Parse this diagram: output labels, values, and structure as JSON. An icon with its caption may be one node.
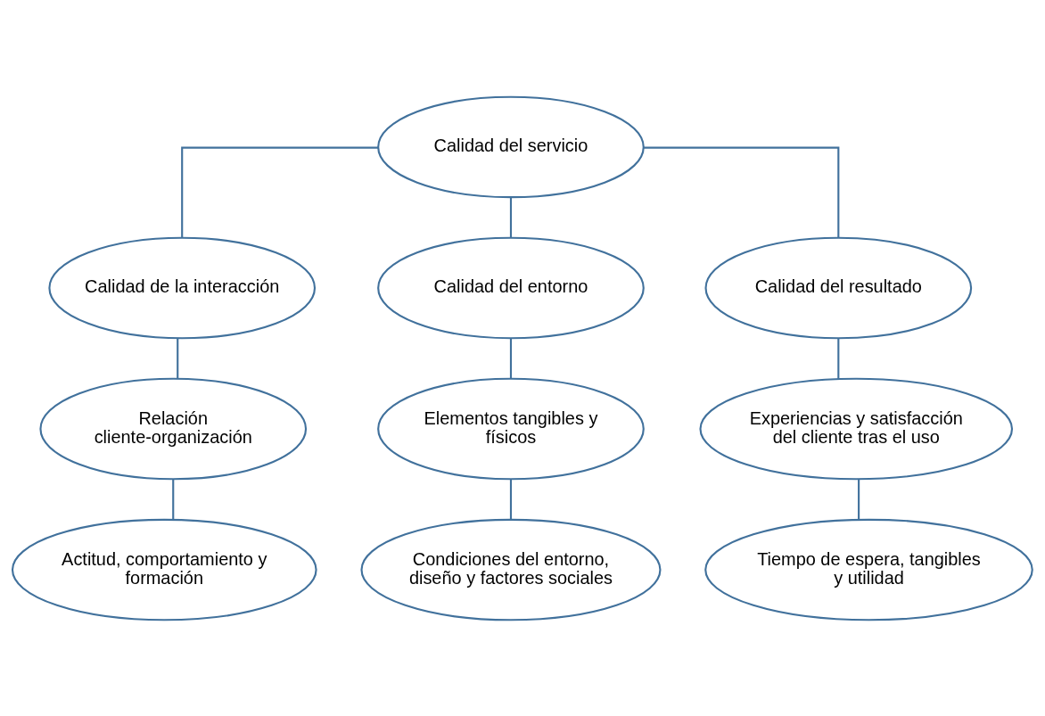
{
  "diagram": {
    "nodes": [
      {
        "text": [
          "Calidad del servicio"
        ]
      },
      {
        "text": [
          "Calidad de la interacción"
        ]
      },
      {
        "text": [
          "Calidad del entorno"
        ]
      },
      {
        "text": [
          "Calidad del resultado"
        ]
      },
      {
        "text": [
          "Relación cliente-organización"
        ]
      },
      {
        "text": [
          "Elementos tangibles y físicos"
        ]
      },
      {
        "text": [
          "Experiencias y satisfacción del cliente tras el uso"
        ]
      },
      {
        "text": [
          "Actitud, comportamiento y formación"
        ]
      },
      {
        "text": [
          "Condiciones del entorno, diseño y factores sociales"
        ]
      },
      {
        "text": [
          "Tiempo de espera, tangibles y utilidad"
        ]
      }
    ],
    "edges": [
      {
        "from": 0,
        "to": 1,
        "arrow": "none"
      },
      {
        "from": 0,
        "to": 2,
        "arrow": "none"
      },
      {
        "from": 0,
        "to": 3,
        "arrow": "none"
      },
      {
        "from": 1,
        "to": 4,
        "arrow": "none"
      },
      {
        "from": 2,
        "to": 5,
        "arrow": "none"
      },
      {
        "from": 3,
        "to": 6,
        "arrow": "none"
      },
      {
        "from": 4,
        "to": 7,
        "arrow": "none"
      },
      {
        "from": 5,
        "to": 8,
        "arrow": "none"
      },
      {
        "from": 6,
        "to": 9,
        "arrow": "none"
      }
    ]
  }
}
